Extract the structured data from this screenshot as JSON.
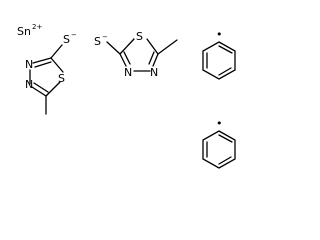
{
  "structure": {
    "tin": {
      "symbol": "Sn",
      "charge": "2+"
    },
    "thiadiazole_left": {
      "thiolate": {
        "symbol": "S",
        "charge": "−"
      },
      "ring_sulfur": "S",
      "nitrogen_1": "N",
      "nitrogen_2": "N"
    },
    "thiadiazole_right": {
      "thiolate": {
        "symbol": "S",
        "charge": "−"
      },
      "ring_sulfur": "S",
      "nitrogen_1": "N",
      "nitrogen_2": "N"
    },
    "phenyl_top": {
      "radical": "•"
    },
    "phenyl_bottom": {
      "radical": "•"
    }
  }
}
